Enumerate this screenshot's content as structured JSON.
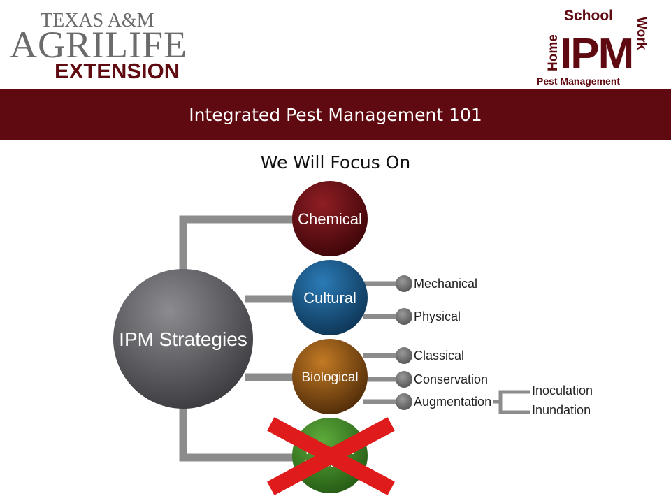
{
  "header": {
    "agrilife_logo": {
      "line1": "TEXAS A&M",
      "line2": "AGRILIFE",
      "line3": "EXTENSION"
    },
    "ipm_logo": {
      "top": "School",
      "left": "Home",
      "right": "Work",
      "center": "IPM",
      "bottom": "Pest Management"
    }
  },
  "slide": {
    "title": "Integrated Pest Management 101",
    "subtitle": "We Will Focus On"
  },
  "diagram": {
    "center": "IPM Strategies",
    "strategies": [
      {
        "label": "Chemical",
        "color": "#7a0f16"
      },
      {
        "label": "Cultural",
        "color": "#1c5c8c"
      },
      {
        "label": "Biological",
        "color": "#9a5a14"
      },
      {
        "label": "Host Plant Resistance",
        "label_lines": [
          "Host Plant",
          "Resistance"
        ],
        "color": "#3f8a2a",
        "crossed_out": true
      }
    ],
    "cultural_branches": [
      "Mechanical",
      "Physical"
    ],
    "biological_branches": [
      "Classical",
      "Conservation",
      "Augmentation"
    ],
    "augmentation_branches": [
      "Inoculation",
      "Inundation"
    ]
  },
  "colors": {
    "maroon": "#5e0a10",
    "connector": "#8c8c8c",
    "cross": "#e01b1b"
  }
}
